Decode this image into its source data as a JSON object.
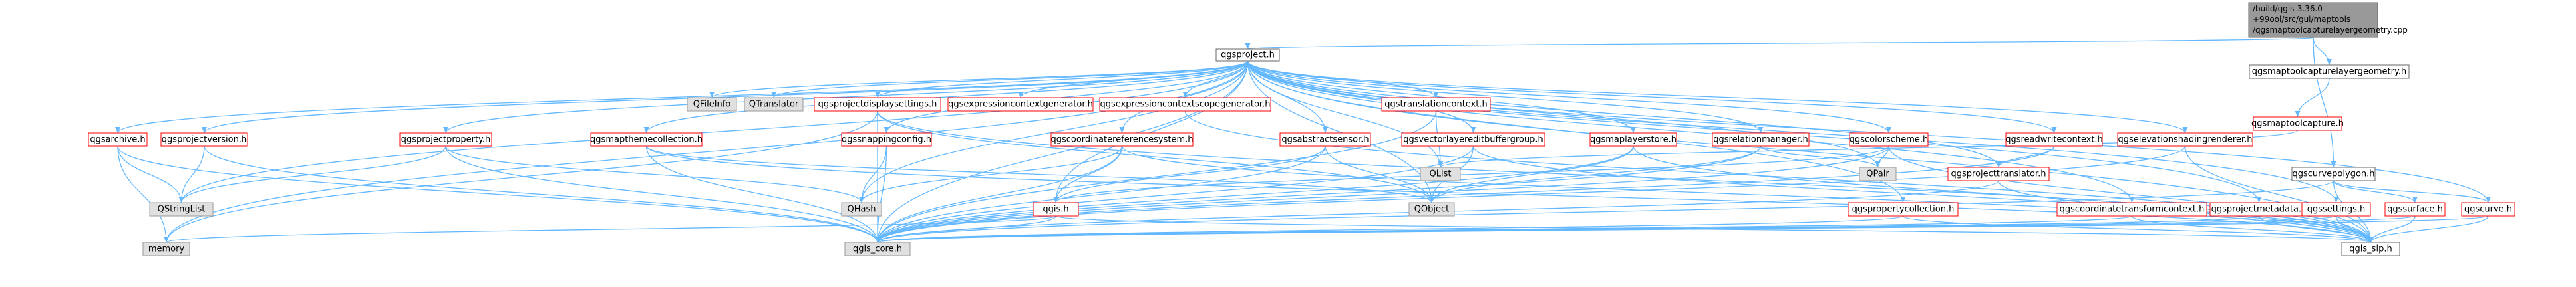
{
  "colors": {
    "edge": "#63b8ff",
    "node_fill": "#ffffff",
    "node_stroke_red": "#ff0000",
    "node_stroke_grey": "#999999",
    "node_fill_grey": "#e0e0e0",
    "node_fill_root": "#999999",
    "node_stroke_root": "#666666",
    "text": "#000000"
  },
  "nodes": {
    "root": {
      "lines": [
        "/build/qgis-3.36.0",
        "+99ool/src/gui/maptools",
        "/qgsmaptoolcapturelayergeometry.cpp"
      ],
      "kind": "root"
    },
    "qgsproject": {
      "label": "qgsproject.h",
      "kind": "plain"
    },
    "qgsmaptoolcapturelayergeometry_h": {
      "label": "qgsmaptoolcapturelayergeometry.h",
      "kind": "plain"
    },
    "qgscurvepolygon": {
      "label": "qgscurvepolygon.h",
      "kind": "plain"
    },
    "qgsmaptoolcapture": {
      "label": "qgsmaptoolcapture.h",
      "kind": "red"
    },
    "qfileinfo": {
      "label": "QFileInfo",
      "kind": "grey"
    },
    "qtranslator": {
      "label": "QTranslator",
      "kind": "grey"
    },
    "qgsprojectdisplaysettings": {
      "label": "qgsprojectdisplaysettings.h",
      "kind": "red"
    },
    "qgsexpressioncontextgenerator": {
      "label": "qgsexpressioncontextgenerator.h",
      "kind": "red"
    },
    "qgsexpressioncontextscopegenerator": {
      "label": "qgsexpressioncontextscopegenerator.h",
      "kind": "red"
    },
    "qgstranslationcontext": {
      "label": "qgstranslationcontext.h",
      "kind": "red"
    },
    "qgsarchive": {
      "label": "qgsarchive.h",
      "kind": "red"
    },
    "qgsprojectversion": {
      "label": "qgsprojectversion.h",
      "kind": "red"
    },
    "qgsprojectproperty": {
      "label": "qgsprojectproperty.h",
      "kind": "red"
    },
    "qgsmapthemecollection": {
      "label": "qgsmapthemecollection.h",
      "kind": "red"
    },
    "qgssnappingconfig": {
      "label": "qgssnappingconfig.h",
      "kind": "red"
    },
    "qgscoordinatereferencesystem": {
      "label": "qgscoordinatereferencesystem.h",
      "kind": "red"
    },
    "qgsabstractsensor": {
      "label": "qgsabstractsensor.h",
      "kind": "red"
    },
    "qgsvectorlayereditbuffergroup": {
      "label": "qgsvectorlayereditbuffergroup.h",
      "kind": "red"
    },
    "qgsmaplayerstore": {
      "label": "qgsmaplayerstore.h",
      "kind": "red"
    },
    "qgsrelationmanager": {
      "label": "qgsrelationmanager.h",
      "kind": "red"
    },
    "qgscolorscheme": {
      "label": "qgscolorscheme.h",
      "kind": "red"
    },
    "qgsreadwritecontext": {
      "label": "qgsreadwritecontext.h",
      "kind": "red"
    },
    "qgselevationshadingrenderer": {
      "label": "qgselevationshadingrenderer.h",
      "kind": "red"
    },
    "qgspropertycollection": {
      "label": "qgspropertycollection.h",
      "kind": "red"
    },
    "qgsprojecttranslator": {
      "label": "qgsprojecttranslator.h",
      "kind": "red"
    },
    "qgscoordinatetransformcontext": {
      "label": "qgscoordinatetransformcontext.h",
      "kind": "red"
    },
    "qgsprojectmetadata": {
      "label": "qgsprojectmetadata.h",
      "kind": "red"
    },
    "qgssettings": {
      "label": "qgssettings.h",
      "kind": "red"
    },
    "qgssurface": {
      "label": "qgssurface.h",
      "kind": "red"
    },
    "qgscurve": {
      "label": "qgscurve.h",
      "kind": "red"
    },
    "qlist": {
      "label": "QList",
      "kind": "grey"
    },
    "qobject": {
      "label": "QObject",
      "kind": "grey"
    },
    "qpair": {
      "label": "QPair",
      "kind": "grey"
    },
    "qhash": {
      "label": "QHash",
      "kind": "grey"
    },
    "qstringlist": {
      "label": "QStringList",
      "kind": "grey"
    },
    "qgis_h": {
      "label": "qgis.h",
      "kind": "red"
    },
    "memory": {
      "label": "memory",
      "kind": "grey"
    },
    "qgis_core": {
      "label": "qgis_core.h",
      "kind": "grey"
    },
    "qgis_sip": {
      "label": "qgis_sip.h",
      "kind": "plain"
    }
  }
}
